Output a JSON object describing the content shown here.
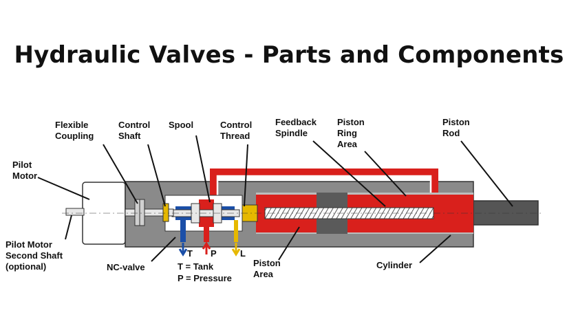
{
  "title": "Hydraulic Valves - Parts and Components",
  "labels": {
    "flexible_coupling": [
      "Flexible",
      "Coupling"
    ],
    "control_shaft": [
      "Control",
      "Shaft"
    ],
    "spool": [
      "Spool"
    ],
    "control_thread": [
      "Control",
      "Thread"
    ],
    "feedback_spindle": [
      "Feedback",
      "Spindle"
    ],
    "piston_ring_area": [
      "Piston",
      "Ring",
      "Area"
    ],
    "piston_rod": [
      "Piston",
      "Rod"
    ],
    "pilot_motor": [
      "Pilot",
      "Motor"
    ],
    "pilot_motor_second_shaft": [
      "Pilot Motor",
      "Second Shaft",
      "(optional)"
    ],
    "nc_valve": [
      "NC-valve"
    ],
    "piston_area": [
      "Piston",
      "Area"
    ],
    "cylinder": [
      "Cylinder"
    ]
  },
  "ports": {
    "t": "T",
    "p": "P",
    "l": "L"
  },
  "legend": {
    "tank": "T = Tank",
    "pressure": "P = Pressure"
  },
  "colors": {
    "red": "#d9201c",
    "grey": "#8a8a8a",
    "dark": "#3a3a3a",
    "blue": "#1b4fa8",
    "yellow": "#e6b800"
  }
}
